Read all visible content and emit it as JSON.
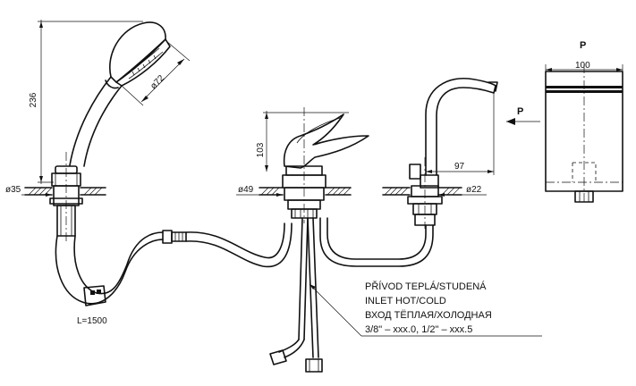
{
  "dimensions": {
    "shower_height": "236",
    "shower_head_diameter": "ø72",
    "shower_base_diameter": "ø35",
    "mixer_height": "103",
    "mixer_base_diameter": "ø49",
    "spout_reach": "97",
    "spout_base_diameter": "ø22",
    "view_width": "100",
    "hose_length": "L=1500"
  },
  "labels": {
    "view_title": "P",
    "view_arrow": "P"
  },
  "note": {
    "line1": "PŘÍVOD TEPLÁ/STUDENÁ",
    "line2": "INLET HOT/COLD",
    "line3": "ВХОД ТЁПЛАЯ/ХОЛОДНАЯ",
    "line4": "3/8\" – xxx.0, 1/2\" – xxx.5"
  }
}
